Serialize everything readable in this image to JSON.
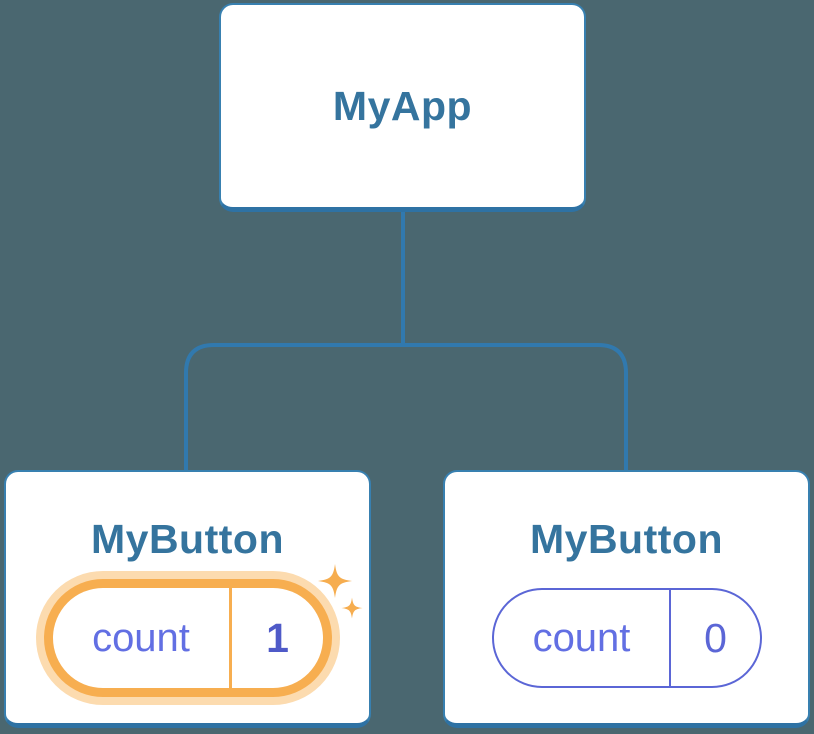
{
  "background_color": "#4a6770",
  "colors": {
    "background": "#4a6770",
    "card_fill": "#ffffff",
    "card_border": "#3880b0",
    "card_border_bottom": "#2e72a4",
    "connector": "#3179ae",
    "node_title": "#35749e",
    "state_text": "#626fe3",
    "state_value_highlighted": "#4f5ac8",
    "state_border": "#5b66d6",
    "highlight_orange": "#f7ae50",
    "highlight_halo": "rgba(248,176,78,0.45)",
    "sparkle": "#f6ad4f"
  },
  "tree": {
    "root": {
      "title": "MyApp"
    },
    "children": [
      {
        "title": "MyButton",
        "state": {
          "label": "count",
          "value": "1"
        },
        "highlighted": true
      },
      {
        "title": "MyButton",
        "state": {
          "label": "count",
          "value": "0"
        },
        "highlighted": false
      }
    ],
    "edges": [
      {
        "from": "MyApp",
        "to": "MyButton (count 1)"
      },
      {
        "from": "MyApp",
        "to": "MyButton (count 0)"
      }
    ]
  }
}
